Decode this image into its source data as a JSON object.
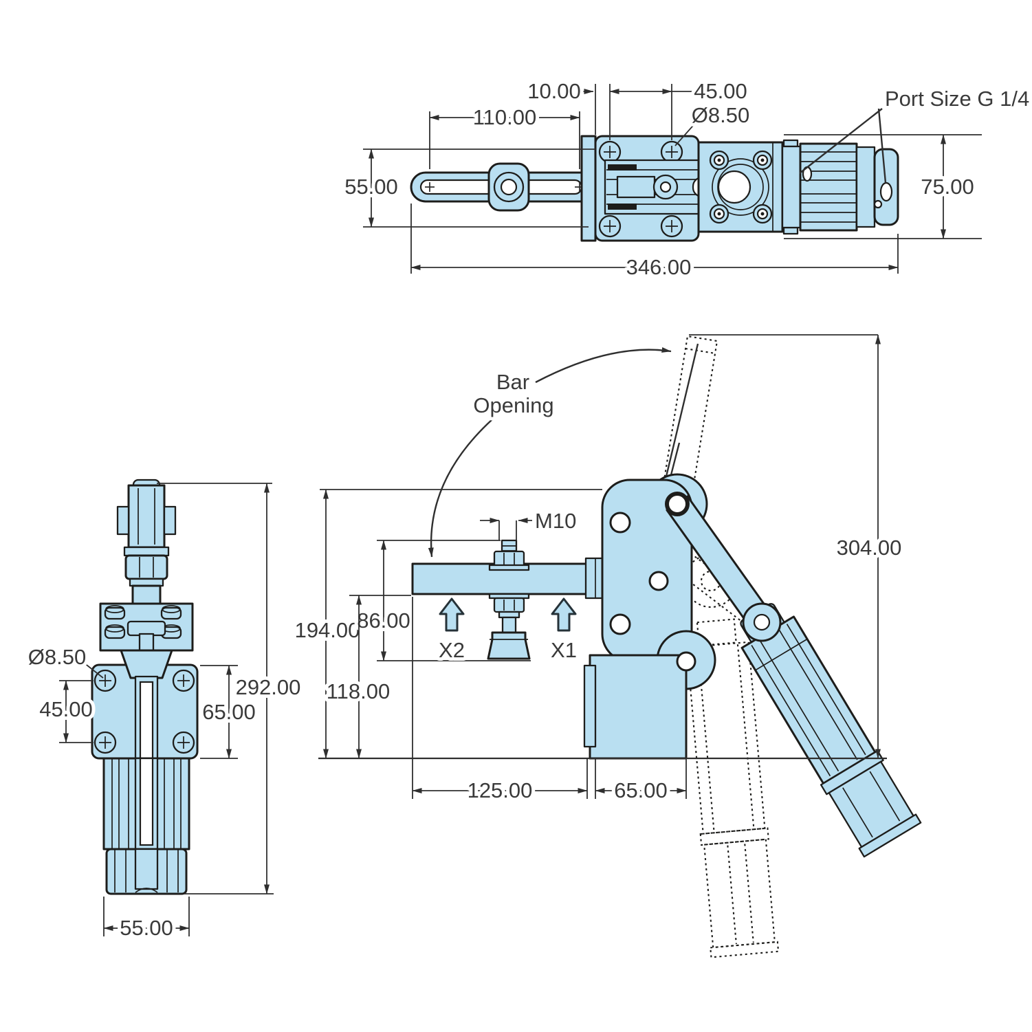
{
  "drawing": {
    "type": "engineering-dimension-drawing",
    "subject": "pneumatic toggle clamp, three orthographic views",
    "colors": {
      "background": "#ffffff",
      "part_fill": "#b9dff1",
      "outline": "#1d1d1b",
      "dimension": "#2f2f2f",
      "arrow_outline": "#263238"
    },
    "views": {
      "top": {
        "dims": {
          "d110": "110.00",
          "d10": "10.00",
          "d45": "45.00",
          "dia85": "Ø8.50",
          "d55": "55.00",
          "d75": "75.00",
          "d346": "346.00",
          "port": "Port Size G 1/4"
        }
      },
      "side": {
        "dims": {
          "dia85": "Ø8.50",
          "d45": "45.00",
          "d65": "65.00",
          "d292": "292.00",
          "d55": "55.00"
        }
      },
      "front": {
        "dims": {
          "bar": "Bar",
          "opening": "Opening",
          "m10": "M10",
          "d194": "194.00",
          "d86": "86.00",
          "d118": "118.00",
          "x2": "X2",
          "x1": "X1",
          "d304": "304.00",
          "d125": "125.00",
          "d65": "65.00"
        }
      }
    }
  }
}
